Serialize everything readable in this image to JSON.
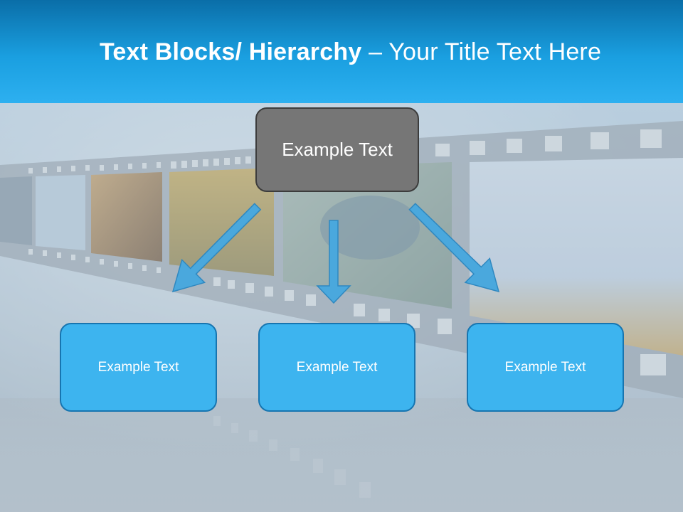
{
  "slide": {
    "title_bold": "Text Blocks/ Hierarchy",
    "title_dash": " – ",
    "title_rest": "Your Title Text Here"
  },
  "diagram": {
    "top_box": "Example Text",
    "children": [
      "Example Text",
      "Example Text",
      "Example Text"
    ]
  },
  "colors": {
    "header": "#1a9fe0",
    "top_box": "#767676",
    "child_box": "#3db4ef",
    "arrow": "#4aa8dd"
  },
  "background_image": "film-strip-photos"
}
